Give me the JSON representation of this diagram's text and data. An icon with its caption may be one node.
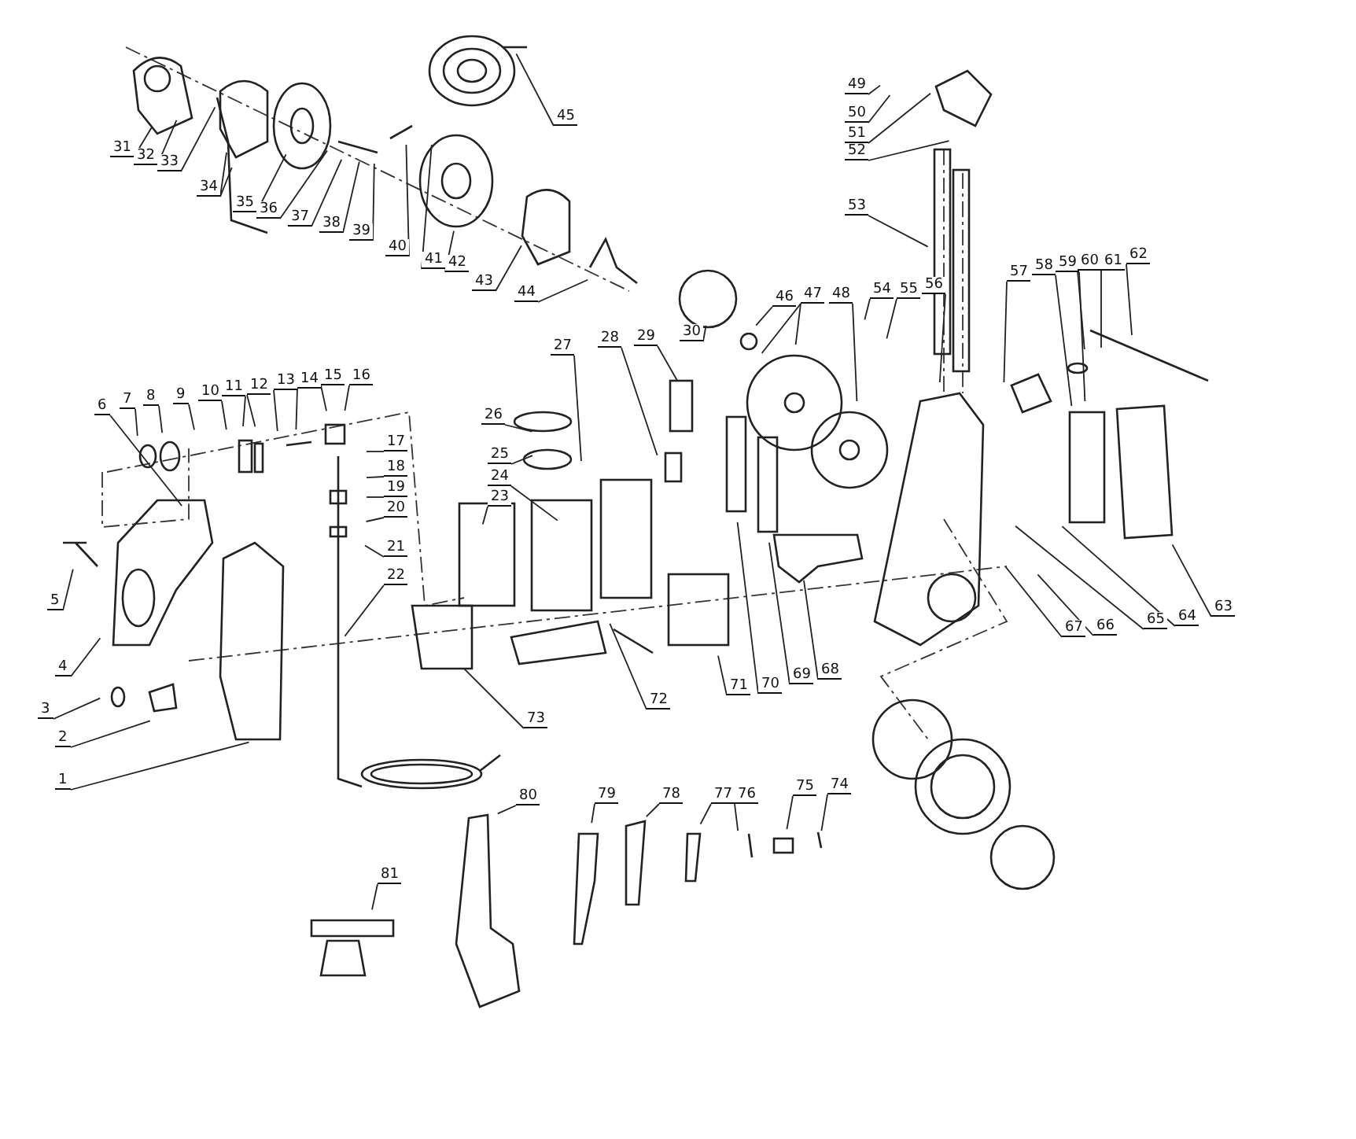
{
  "diagram": {
    "nodes": [
      {
        "text": [
          "1"
        ]
      },
      {
        "text": [
          "2"
        ]
      },
      {
        "text": [
          "3"
        ]
      },
      {
        "text": [
          "4"
        ]
      },
      {
        "text": [
          "5"
        ]
      },
      {
        "text": [
          "6"
        ]
      },
      {
        "text": [
          "7"
        ]
      },
      {
        "text": [
          "8"
        ]
      },
      {
        "text": [
          "9"
        ]
      },
      {
        "text": [
          "10"
        ]
      },
      {
        "text": [
          "11"
        ]
      },
      {
        "text": [
          "12"
        ]
      },
      {
        "text": [
          "13"
        ]
      },
      {
        "text": [
          "14"
        ]
      },
      {
        "text": [
          "15"
        ]
      },
      {
        "text": [
          "16"
        ]
      },
      {
        "text": [
          "17"
        ]
      },
      {
        "text": [
          "18"
        ]
      },
      {
        "text": [
          "19"
        ]
      },
      {
        "text": [
          "20"
        ]
      },
      {
        "text": [
          "21"
        ]
      },
      {
        "text": [
          "22"
        ]
      },
      {
        "text": [
          "23"
        ]
      },
      {
        "text": [
          "24"
        ]
      },
      {
        "text": [
          "25"
        ]
      },
      {
        "text": [
          "26"
        ]
      },
      {
        "text": [
          "27"
        ]
      },
      {
        "text": [
          "28"
        ]
      },
      {
        "text": [
          "29"
        ]
      },
      {
        "text": [
          "30"
        ]
      },
      {
        "text": [
          "31"
        ]
      },
      {
        "text": [
          "32"
        ]
      },
      {
        "text": [
          "33"
        ]
      },
      {
        "text": [
          "34"
        ]
      },
      {
        "text": [
          "35"
        ]
      },
      {
        "text": [
          "36"
        ]
      },
      {
        "text": [
          "37"
        ]
      },
      {
        "text": [
          "38"
        ]
      },
      {
        "text": [
          "39"
        ]
      },
      {
        "text": [
          "40"
        ]
      },
      {
        "text": [
          "41"
        ]
      },
      {
        "text": [
          "42"
        ]
      },
      {
        "text": [
          "43"
        ]
      },
      {
        "text": [
          "44"
        ]
      },
      {
        "text": [
          "45"
        ]
      },
      {
        "text": [
          "46"
        ]
      },
      {
        "text": [
          "47"
        ]
      },
      {
        "text": [
          "48"
        ]
      },
      {
        "text": [
          "49"
        ]
      },
      {
        "text": [
          "50"
        ]
      },
      {
        "text": [
          "51"
        ]
      },
      {
        "text": [
          "52"
        ]
      },
      {
        "text": [
          "53"
        ]
      },
      {
        "text": [
          "54"
        ]
      },
      {
        "text": [
          "55"
        ]
      },
      {
        "text": [
          "56"
        ]
      },
      {
        "text": [
          "57"
        ]
      },
      {
        "text": [
          "58"
        ]
      },
      {
        "text": [
          "59"
        ]
      },
      {
        "text": [
          "60"
        ]
      },
      {
        "text": [
          "61"
        ]
      },
      {
        "text": [
          "62"
        ]
      },
      {
        "text": [
          "63"
        ]
      },
      {
        "text": [
          "64"
        ]
      },
      {
        "text": [
          "65"
        ]
      },
      {
        "text": [
          "66"
        ]
      },
      {
        "text": [
          "67"
        ]
      },
      {
        "text": [
          "68"
        ]
      },
      {
        "text": [
          "69"
        ]
      },
      {
        "text": [
          "70"
        ]
      },
      {
        "text": [
          "71"
        ]
      },
      {
        "text": [
          "72"
        ]
      },
      {
        "text": [
          "73"
        ]
      },
      {
        "text": [
          "74"
        ]
      },
      {
        "text": [
          "75"
        ]
      },
      {
        "text": [
          "76"
        ]
      },
      {
        "text": [
          "77"
        ]
      },
      {
        "text": [
          "78"
        ]
      },
      {
        "text": [
          "79"
        ]
      },
      {
        "text": [
          "80"
        ]
      },
      {
        "text": [
          "81"
        ]
      }
    ],
    "edges": [
      {
        "from": 0,
        "to": null,
        "arrow": "none"
      },
      {
        "from": 1,
        "to": null,
        "arrow": "none"
      },
      {
        "from": 2,
        "to": null,
        "arrow": "none"
      },
      {
        "from": 3,
        "to": null,
        "arrow": "none"
      },
      {
        "from": 4,
        "to": null,
        "arrow": "none"
      },
      {
        "from": 5,
        "to": null,
        "arrow": "none"
      },
      {
        "from": 6,
        "to": null,
        "arrow": "none"
      },
      {
        "from": 7,
        "to": null,
        "arrow": "none"
      },
      {
        "from": 8,
        "to": null,
        "arrow": "none"
      },
      {
        "from": 9,
        "to": null,
        "arrow": "none"
      },
      {
        "from": 10,
        "to": null,
        "arrow": "none"
      },
      {
        "from": 11,
        "to": null,
        "arrow": "none"
      },
      {
        "from": 12,
        "to": null,
        "arrow": "none"
      },
      {
        "from": 13,
        "to": null,
        "arrow": "none"
      },
      {
        "from": 14,
        "to": null,
        "arrow": "none"
      },
      {
        "from": 15,
        "to": null,
        "arrow": "none"
      },
      {
        "from": 16,
        "to": null,
        "arrow": "none"
      },
      {
        "from": 17,
        "to": null,
        "arrow": "none"
      },
      {
        "from": 18,
        "to": null,
        "arrow": "none"
      },
      {
        "from": 19,
        "to": null,
        "arrow": "none"
      },
      {
        "from": 20,
        "to": null,
        "arrow": "none"
      },
      {
        "from": 21,
        "to": null,
        "arrow": "none"
      },
      {
        "from": 22,
        "to": null,
        "arrow": "none"
      },
      {
        "from": 23,
        "to": null,
        "arrow": "none"
      },
      {
        "from": 24,
        "to": null,
        "arrow": "none"
      },
      {
        "from": 25,
        "to": null,
        "arrow": "none"
      },
      {
        "from": 26,
        "to": null,
        "arrow": "none"
      },
      {
        "from": 27,
        "to": null,
        "arrow": "none"
      },
      {
        "from": 28,
        "to": null,
        "arrow": "none"
      },
      {
        "from": 29,
        "to": null,
        "arrow": "none"
      },
      {
        "from": 30,
        "to": null,
        "arrow": "none"
      },
      {
        "from": 31,
        "to": null,
        "arrow": "none"
      },
      {
        "from": 32,
        "to": null,
        "arrow": "none"
      },
      {
        "from": 33,
        "to": null,
        "arrow": "none"
      },
      {
        "from": 33,
        "to": null,
        "arrow": "none"
      },
      {
        "from": 34,
        "to": null,
        "arrow": "none"
      },
      {
        "from": 35,
        "to": null,
        "arrow": "none"
      },
      {
        "from": 36,
        "to": null,
        "arrow": "none"
      },
      {
        "from": 37,
        "to": null,
        "arrow": "none"
      },
      {
        "from": 38,
        "to": null,
        "arrow": "none"
      },
      {
        "from": 39,
        "to": null,
        "arrow": "none"
      },
      {
        "from": 40,
        "to": null,
        "arrow": "none"
      },
      {
        "from": 41,
        "to": null,
        "arrow": "none"
      },
      {
        "from": 42,
        "to": null,
        "arrow": "none"
      },
      {
        "from": 43,
        "to": null,
        "arrow": "none"
      },
      {
        "from": 44,
        "to": null,
        "arrow": "none"
      },
      {
        "from": 45,
        "to": null,
        "arrow": "none"
      },
      {
        "from": 46,
        "to": null,
        "arrow": "none"
      },
      {
        "from": 46,
        "to": null,
        "arrow": "none"
      },
      {
        "from": 47,
        "to": null,
        "arrow": "none"
      },
      {
        "from": 48,
        "to": null,
        "arrow": "none"
      },
      {
        "from": 49,
        "to": null,
        "arrow": "none"
      },
      {
        "from": 50,
        "to": null,
        "arrow": "none"
      },
      {
        "from": 51,
        "to": null,
        "arrow": "none"
      },
      {
        "from": 52,
        "to": null,
        "arrow": "none"
      },
      {
        "from": 53,
        "to": null,
        "arrow": "none"
      },
      {
        "from": 54,
        "to": null,
        "arrow": "none"
      },
      {
        "from": 55,
        "to": null,
        "arrow": "none"
      },
      {
        "from": 56,
        "to": null,
        "arrow": "none"
      },
      {
        "from": 57,
        "to": null,
        "arrow": "none"
      },
      {
        "from": 58,
        "to": null,
        "arrow": "none"
      },
      {
        "from": 59,
        "to": null,
        "arrow": "none"
      },
      {
        "from": 60,
        "to": null,
        "arrow": "none"
      },
      {
        "from": 61,
        "to": null,
        "arrow": "none"
      },
      {
        "from": 62,
        "to": null,
        "arrow": "none"
      },
      {
        "from": 63,
        "to": null,
        "arrow": "none"
      },
      {
        "from": 64,
        "to": null,
        "arrow": "none"
      },
      {
        "from": 65,
        "to": null,
        "arrow": "none"
      },
      {
        "from": 66,
        "to": null,
        "arrow": "none"
      },
      {
        "from": 67,
        "to": null,
        "arrow": "none"
      },
      {
        "from": 68,
        "to": null,
        "arrow": "none"
      },
      {
        "from": 69,
        "to": null,
        "arrow": "none"
      },
      {
        "from": 70,
        "to": null,
        "arrow": "none"
      },
      {
        "from": 71,
        "to": null,
        "arrow": "none"
      },
      {
        "from": 72,
        "to": null,
        "arrow": "none"
      },
      {
        "from": 73,
        "to": null,
        "arrow": "none"
      },
      {
        "from": 74,
        "to": null,
        "arrow": "none"
      },
      {
        "from": 75,
        "to": null,
        "arrow": "none"
      },
      {
        "from": 76,
        "to": null,
        "arrow": "none"
      },
      {
        "from": 77,
        "to": null,
        "arrow": "none"
      },
      {
        "from": 78,
        "to": null,
        "arrow": "none"
      },
      {
        "from": 79,
        "to": null,
        "arrow": "none"
      },
      {
        "from": 80,
        "to": null,
        "arrow": "none"
      }
    ]
  }
}
